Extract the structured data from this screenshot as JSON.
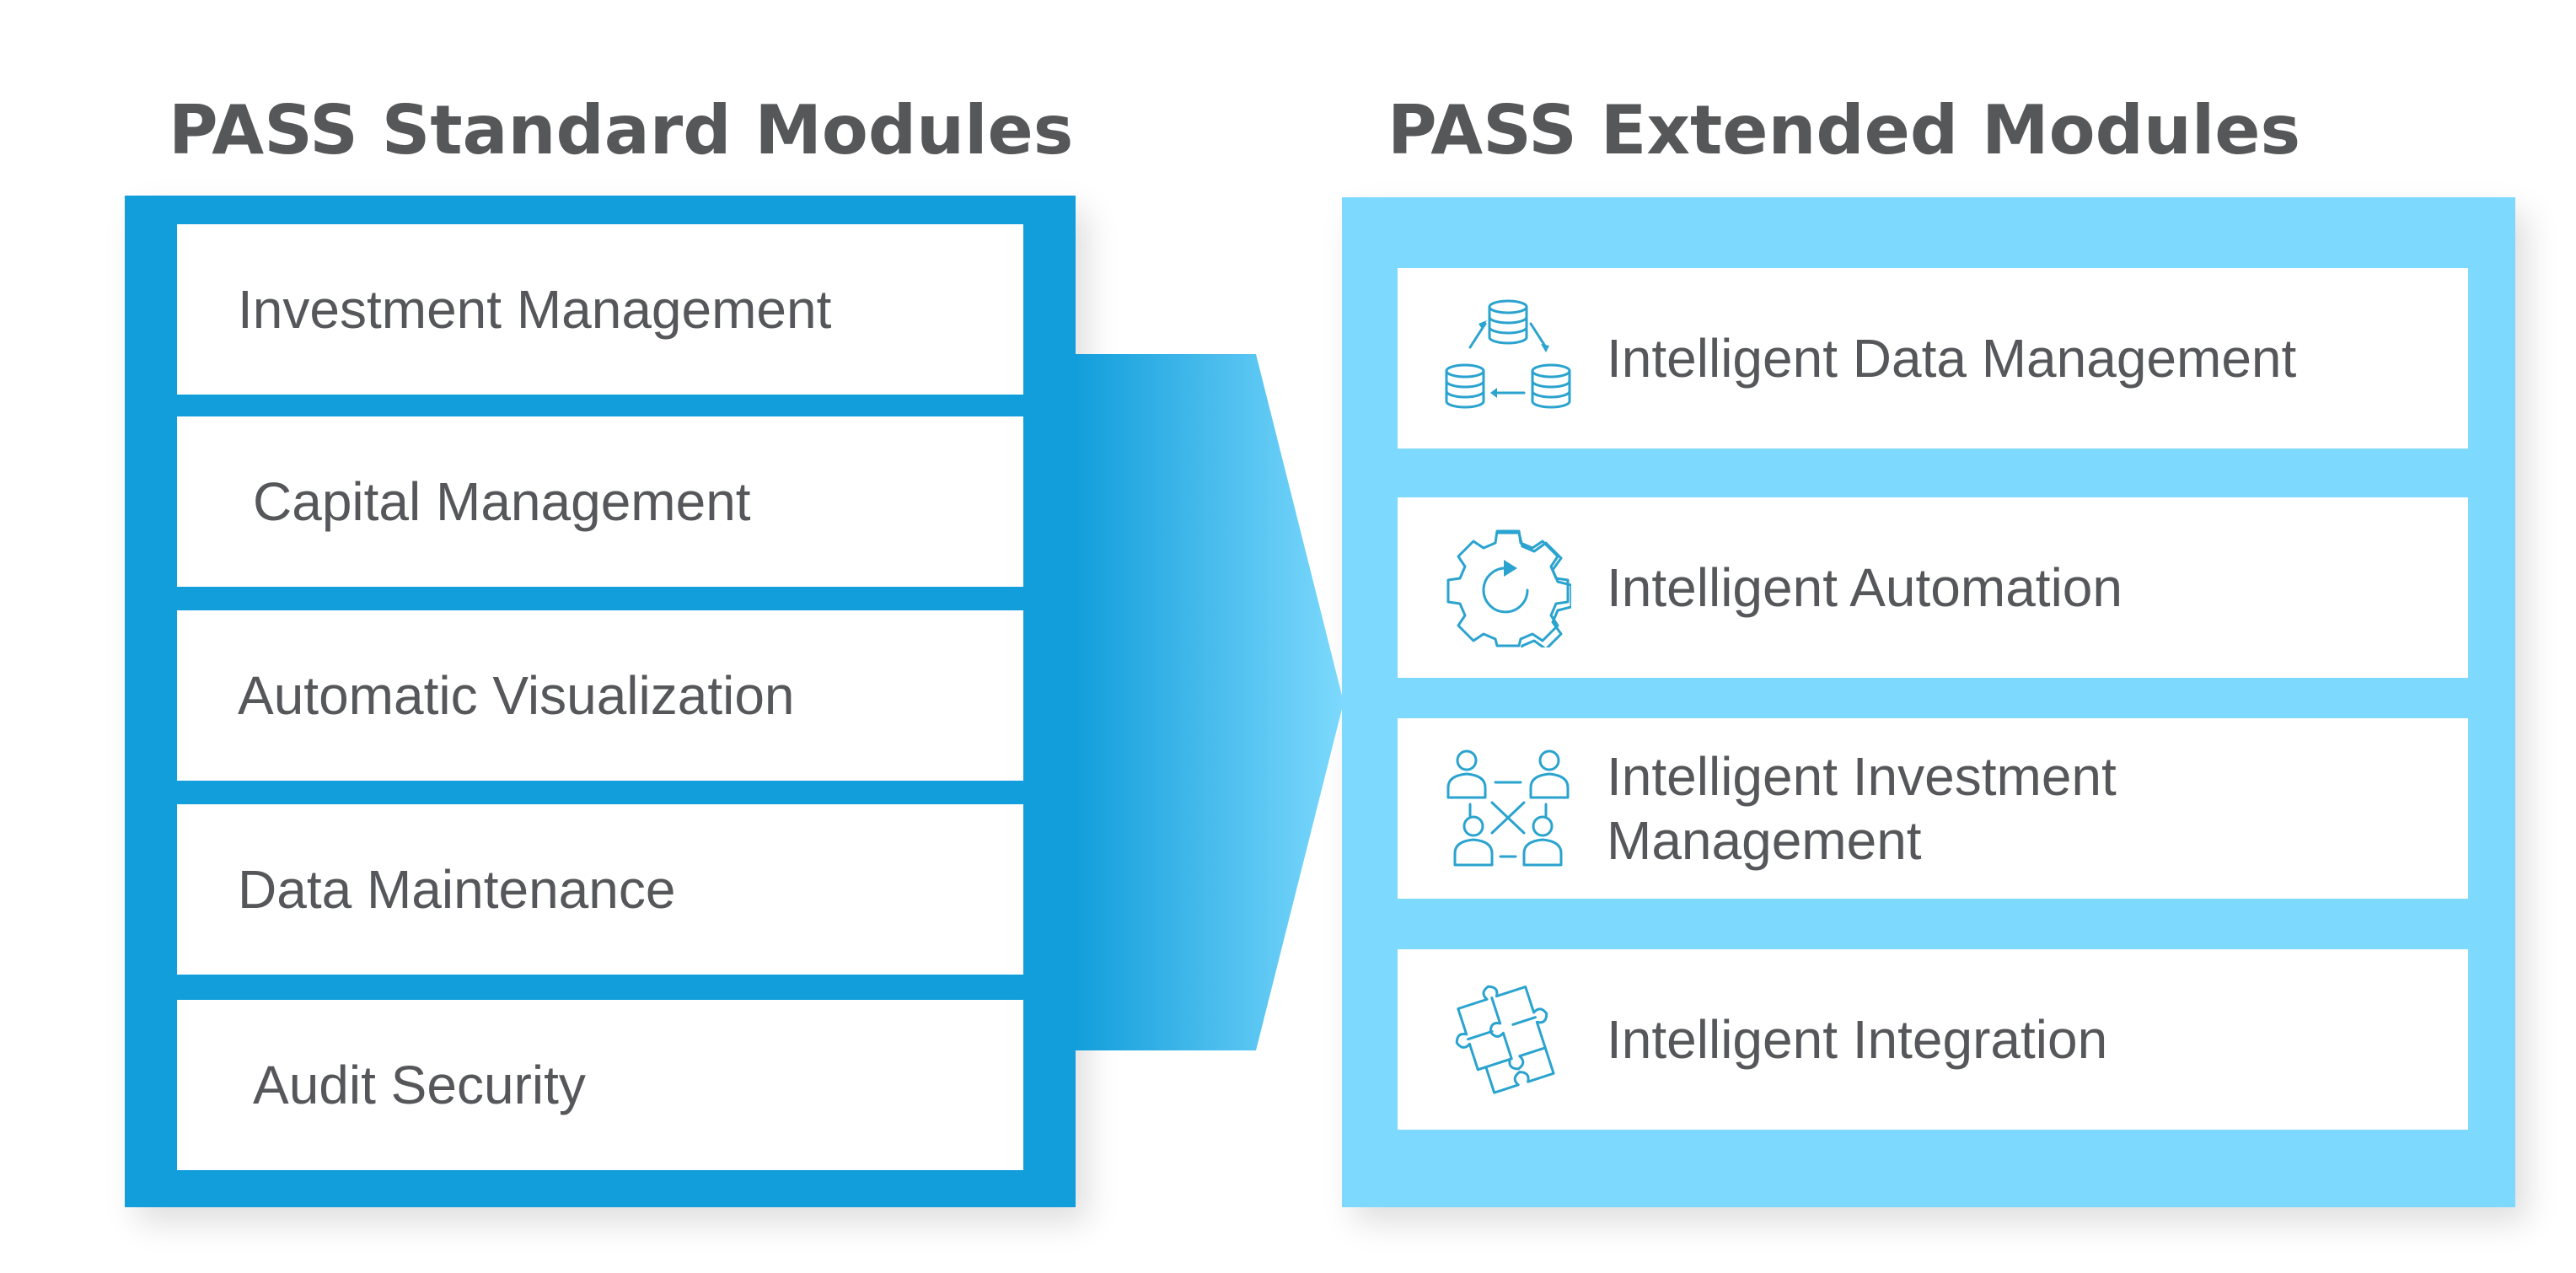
{
  "standard": {
    "title": "PASS Standard Modules",
    "items": [
      {
        "label": "Investment Management"
      },
      {
        "label": "Capital Management"
      },
      {
        "label": "Automatic Visualization"
      },
      {
        "label": "Data Maintenance"
      },
      {
        "label": "Audit Security"
      }
    ]
  },
  "extended": {
    "title": "PASS Extended Modules",
    "items": [
      {
        "label": "Intelligent Data Management",
        "icon": "database-sync-icon"
      },
      {
        "label": "Intelligent Automation",
        "icon": "gear-cycle-icon"
      },
      {
        "label": "Intelligent Investment Management",
        "icon": "people-network-icon"
      },
      {
        "label": "Intelligent Integration",
        "icon": "puzzle-icon"
      }
    ]
  },
  "colors": {
    "standard_panel": "#129edb",
    "extended_panel": "#7dd9fd",
    "heading_text": "#555759",
    "item_text": "#55575a",
    "icon_stroke": "#2aa3cf"
  }
}
